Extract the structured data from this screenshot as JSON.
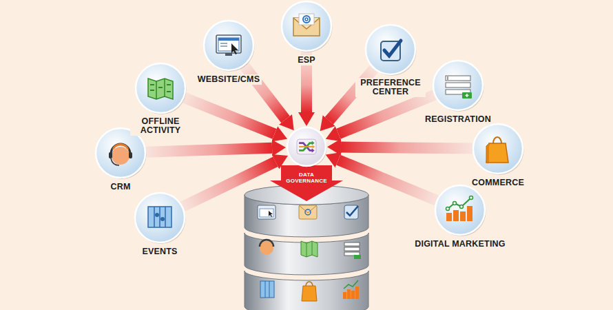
{
  "diagram": {
    "nodes": [
      {
        "text": [
          "EVENTS"
        ]
      },
      {
        "text": [
          "CRM"
        ]
      },
      {
        "text": [
          "OFFLINE ACTIVITY"
        ]
      },
      {
        "text": [
          "WEBSITE/CMS"
        ]
      },
      {
        "text": [
          "ESP"
        ]
      },
      {
        "text": [
          "PREFERENCE CENTER"
        ]
      },
      {
        "text": [
          "REGISTRATION"
        ]
      },
      {
        "text": [
          "COMMERCE"
        ]
      },
      {
        "text": [
          "DIGITAL MARKETING"
        ]
      },
      {
        "text": [
          "DATA GOVERNANCE"
        ]
      }
    ],
    "edges": [
      {
        "from": 0,
        "to": 9,
        "arrow": "to"
      },
      {
        "from": 1,
        "to": 9,
        "arrow": "to"
      },
      {
        "from": 2,
        "to": 9,
        "arrow": "to"
      },
      {
        "from": 3,
        "to": 9,
        "arrow": "to"
      },
      {
        "from": 4,
        "to": 9,
        "arrow": "to"
      },
      {
        "from": 5,
        "to": 9,
        "arrow": "to"
      },
      {
        "from": 6,
        "to": 9,
        "arrow": "to"
      },
      {
        "from": 7,
        "to": 9,
        "arrow": "to"
      },
      {
        "from": 8,
        "to": 9,
        "arrow": "to"
      }
    ]
  }
}
